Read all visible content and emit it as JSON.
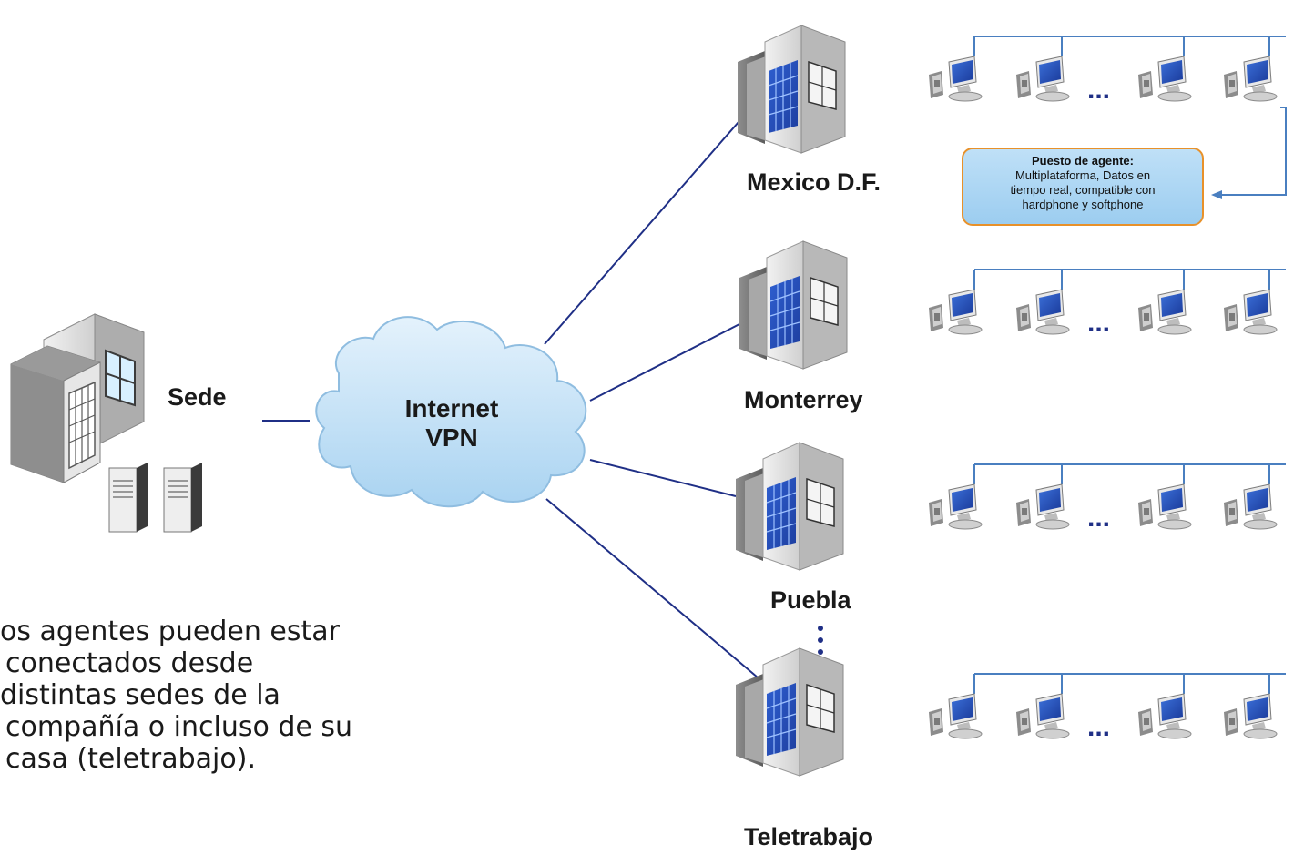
{
  "hub": {
    "label": "Sede"
  },
  "cloud": {
    "line1": "Internet",
    "line2": "VPN"
  },
  "sites": [
    {
      "label": "Mexico D.F."
    },
    {
      "label": "Monterrey"
    },
    {
      "label": "Puebla"
    },
    {
      "label": "Teletrabajo"
    }
  ],
  "agent_rows": {
    "ellipsis": "...",
    "workstations_per_row": 4
  },
  "callout": {
    "title": "Puesto de agente:",
    "lines": [
      "Multiplataforma, Datos en",
      "tiempo real, compatible con",
      "hardphone y softphone"
    ]
  },
  "note": {
    "lines": [
      "os agentes pueden estar",
      "conectados desde",
      "distintas sedes de la",
      "compañía o incluso de su",
      "casa (teletrabajo)."
    ]
  },
  "colors": {
    "link": "#1f2f86",
    "lan": "#4a7fc0",
    "callout_border": "#e8912a",
    "cloud": "#bcdff5"
  }
}
